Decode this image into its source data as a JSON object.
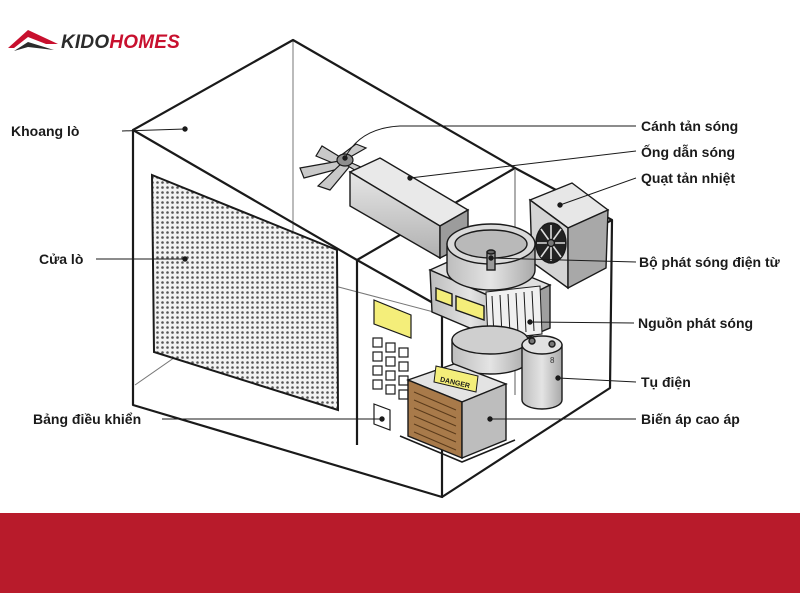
{
  "brand": {
    "name_part1": "KIDO",
    "name_part2": "HOMES",
    "accent_color": "#c8102e",
    "dark_color": "#2b2b2b"
  },
  "labels": {
    "khoang_lo": "Khoang lò",
    "cua_lo": "Cửa lò",
    "bang_dieu_khien": "Bảng điều khiển",
    "canh_tan_song": "Cánh tản sóng",
    "ong_dan_song": "Ống dẫn sóng",
    "quat_tan_nhiet": "Quạt tản nhiệt",
    "bo_phat_song": "Bộ phát sóng điện từ",
    "nguon_phat_song": "Nguồn phát sóng",
    "tu_dien": "Tụ điện",
    "bien_ap": "Biến áp cao áp"
  },
  "decals": {
    "danger": "DANGER"
  },
  "colors": {
    "footer_band": "#b81b2b",
    "outline": "#1a1a1a",
    "part_fill": "#d6d6d6",
    "warning_yellow": "#f4ee7a"
  }
}
